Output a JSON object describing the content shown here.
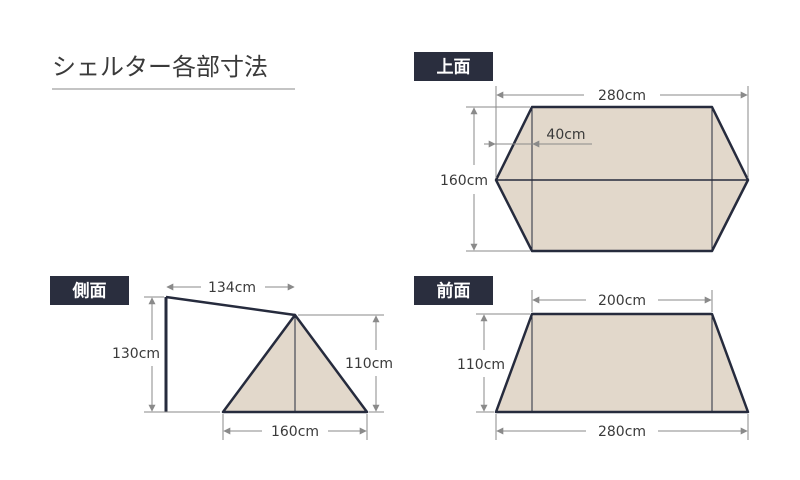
{
  "title": "シェルター各部寸法",
  "colors": {
    "fill": "#e2d8cb",
    "stroke": "#262b3d",
    "dim_line": "#8a8a8a",
    "label_bg": "#2a2e3e",
    "text": "#3a3a3a"
  },
  "views": {
    "top": {
      "label": "上面",
      "width": "280cm",
      "offset": "40cm",
      "depth": "160cm"
    },
    "side": {
      "label": "側面",
      "roof_length": "134cm",
      "pole_height": "130cm",
      "ridge_height": "110cm",
      "base_width": "160cm"
    },
    "front": {
      "label": "前面",
      "top_width": "200cm",
      "height": "110cm",
      "base_width": "280cm"
    }
  }
}
